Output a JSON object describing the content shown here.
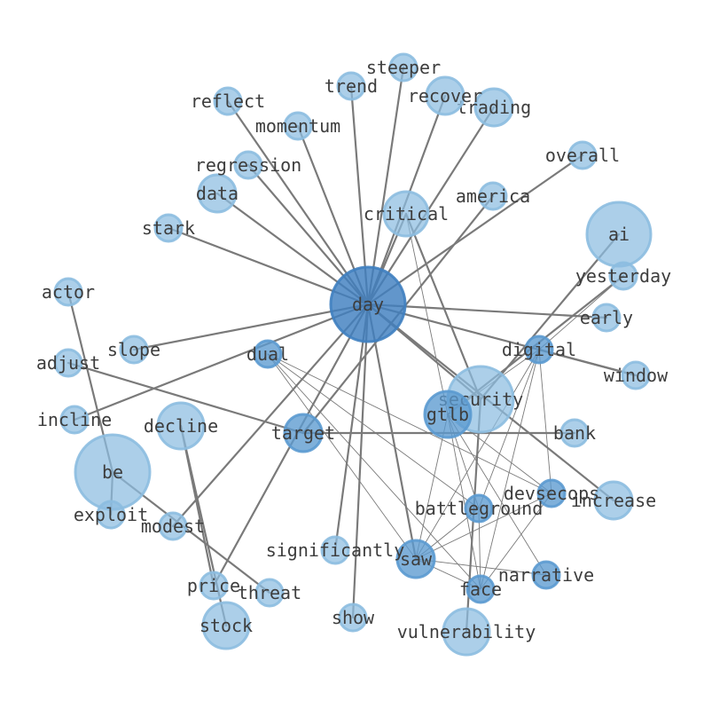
{
  "graph": {
    "colors": {
      "hub": "#3f7fc0",
      "mid": "#5b9ad0",
      "leaf": "#8cbde0",
      "edge": "#7a7a7a",
      "label": "#3d3d3d"
    },
    "nodes": [
      {
        "id": "day",
        "label": "day",
        "tier": "hub"
      },
      {
        "id": "security",
        "label": "security",
        "tier": "leaf"
      },
      {
        "id": "gtlb",
        "label": "gtlb",
        "tier": "mid"
      },
      {
        "id": "be",
        "label": "be",
        "tier": "leaf"
      },
      {
        "id": "ai",
        "label": "ai",
        "tier": "leaf"
      },
      {
        "id": "critical",
        "label": "critical",
        "tier": "leaf"
      },
      {
        "id": "decline",
        "label": "decline",
        "tier": "leaf"
      },
      {
        "id": "stock",
        "label": "stock",
        "tier": "leaf"
      },
      {
        "id": "vulnerability",
        "label": "vulnerability",
        "tier": "leaf"
      },
      {
        "id": "target",
        "label": "target",
        "tier": "mid"
      },
      {
        "id": "saw",
        "label": "saw",
        "tier": "mid"
      },
      {
        "id": "trading",
        "label": "trading",
        "tier": "leaf"
      },
      {
        "id": "recover",
        "label": "recover",
        "tier": "leaf"
      },
      {
        "id": "increase",
        "label": "increase",
        "tier": "leaf"
      },
      {
        "id": "data",
        "label": "data",
        "tier": "leaf"
      },
      {
        "id": "dual",
        "label": "dual",
        "tier": "mid"
      },
      {
        "id": "devsecops",
        "label": "devsecops",
        "tier": "mid"
      },
      {
        "id": "battleground",
        "label": "battleground",
        "tier": "mid"
      },
      {
        "id": "face",
        "label": "face",
        "tier": "mid"
      },
      {
        "id": "digital",
        "label": "digital",
        "tier": "mid"
      },
      {
        "id": "narrative",
        "label": "narrative",
        "tier": "mid"
      },
      {
        "id": "steeper",
        "label": "steeper",
        "tier": "leaf"
      },
      {
        "id": "trend",
        "label": "trend",
        "tier": "leaf"
      },
      {
        "id": "reflect",
        "label": "reflect",
        "tier": "leaf"
      },
      {
        "id": "momentum",
        "label": "momentum",
        "tier": "leaf"
      },
      {
        "id": "regression",
        "label": "regression",
        "tier": "leaf"
      },
      {
        "id": "overall",
        "label": "overall",
        "tier": "leaf"
      },
      {
        "id": "america",
        "label": "america",
        "tier": "leaf"
      },
      {
        "id": "stark",
        "label": "stark",
        "tier": "leaf"
      },
      {
        "id": "yesterday",
        "label": "yesterday",
        "tier": "leaf"
      },
      {
        "id": "actor",
        "label": "actor",
        "tier": "leaf"
      },
      {
        "id": "early",
        "label": "early",
        "tier": "leaf"
      },
      {
        "id": "slope",
        "label": "slope",
        "tier": "leaf"
      },
      {
        "id": "adjust",
        "label": "adjust",
        "tier": "leaf"
      },
      {
        "id": "window",
        "label": "window",
        "tier": "leaf"
      },
      {
        "id": "incline",
        "label": "incline",
        "tier": "leaf"
      },
      {
        "id": "bank",
        "label": "bank",
        "tier": "leaf"
      },
      {
        "id": "exploit",
        "label": "exploit",
        "tier": "leaf"
      },
      {
        "id": "modest",
        "label": "modest",
        "tier": "leaf"
      },
      {
        "id": "significantly",
        "label": "significantly",
        "tier": "leaf"
      },
      {
        "id": "price",
        "label": "price",
        "tier": "leaf"
      },
      {
        "id": "threat",
        "label": "threat",
        "tier": "leaf"
      },
      {
        "id": "show",
        "label": "show",
        "tier": "leaf"
      }
    ],
    "edges": [
      {
        "source": "day",
        "target": "steeper",
        "weight": "strong"
      },
      {
        "source": "day",
        "target": "trend",
        "weight": "strong"
      },
      {
        "source": "day",
        "target": "reflect",
        "weight": "strong"
      },
      {
        "source": "day",
        "target": "momentum",
        "weight": "strong"
      },
      {
        "source": "day",
        "target": "recover",
        "weight": "strong"
      },
      {
        "source": "day",
        "target": "trading",
        "weight": "strong"
      },
      {
        "source": "day",
        "target": "regression",
        "weight": "strong"
      },
      {
        "source": "day",
        "target": "data",
        "weight": "strong"
      },
      {
        "source": "day",
        "target": "overall",
        "weight": "strong"
      },
      {
        "source": "day",
        "target": "stark",
        "weight": "strong"
      },
      {
        "source": "day",
        "target": "early",
        "weight": "strong"
      },
      {
        "source": "day",
        "target": "slope",
        "weight": "strong"
      },
      {
        "source": "day",
        "target": "incline",
        "weight": "strong"
      },
      {
        "source": "day",
        "target": "window",
        "weight": "strong"
      },
      {
        "source": "day",
        "target": "modest",
        "weight": "strong"
      },
      {
        "source": "day",
        "target": "show",
        "weight": "strong"
      },
      {
        "source": "day",
        "target": "significantly",
        "weight": "strong"
      },
      {
        "source": "day",
        "target": "saw",
        "weight": "strong"
      },
      {
        "source": "day",
        "target": "security",
        "weight": "strong"
      },
      {
        "source": "day",
        "target": "increase",
        "weight": "strong"
      },
      {
        "source": "day",
        "target": "price",
        "weight": "strong"
      },
      {
        "source": "day",
        "target": "critical",
        "weight": "strong"
      },
      {
        "source": "critical",
        "target": "security",
        "weight": "strong"
      },
      {
        "source": "america",
        "target": "target",
        "weight": "strong"
      },
      {
        "source": "ai",
        "target": "security",
        "weight": "strong"
      },
      {
        "source": "yesterday",
        "target": "gtlb",
        "weight": "strong"
      },
      {
        "source": "adjust",
        "target": "target",
        "weight": "strong"
      },
      {
        "source": "target",
        "target": "bank",
        "weight": "strong"
      },
      {
        "source": "security",
        "target": "vulnerability",
        "weight": "strong"
      },
      {
        "source": "actor",
        "target": "be",
        "weight": "strong"
      },
      {
        "source": "be",
        "target": "exploit",
        "weight": "strong"
      },
      {
        "source": "be",
        "target": "threat",
        "weight": "strong"
      },
      {
        "source": "decline",
        "target": "stock",
        "weight": "strong"
      },
      {
        "source": "decline",
        "target": "price",
        "weight": "strong"
      },
      {
        "source": "dual",
        "target": "devsecops",
        "weight": "thin"
      },
      {
        "source": "dual",
        "target": "battleground",
        "weight": "thin"
      },
      {
        "source": "dual",
        "target": "face",
        "weight": "thin"
      },
      {
        "source": "dual",
        "target": "saw",
        "weight": "thin"
      },
      {
        "source": "digital",
        "target": "saw",
        "weight": "thin"
      },
      {
        "source": "digital",
        "target": "face",
        "weight": "thin"
      },
      {
        "source": "digital",
        "target": "battleground",
        "weight": "thin"
      },
      {
        "source": "digital",
        "target": "devsecops",
        "weight": "thin"
      },
      {
        "source": "digital",
        "target": "gtlb",
        "weight": "thin"
      },
      {
        "source": "gtlb",
        "target": "narrative",
        "weight": "thin"
      },
      {
        "source": "gtlb",
        "target": "face",
        "weight": "thin"
      },
      {
        "source": "gtlb",
        "target": "saw",
        "weight": "thin"
      },
      {
        "source": "gtlb",
        "target": "devsecops",
        "weight": "thin"
      },
      {
        "source": "gtlb",
        "target": "battleground",
        "weight": "thin"
      },
      {
        "source": "saw",
        "target": "narrative",
        "weight": "thin"
      },
      {
        "source": "saw",
        "target": "battleground",
        "weight": "thin"
      },
      {
        "source": "saw",
        "target": "devsecops",
        "weight": "thin"
      },
      {
        "source": "saw",
        "target": "face",
        "weight": "thin"
      },
      {
        "source": "battleground",
        "target": "face",
        "weight": "thin"
      },
      {
        "source": "devsecops",
        "target": "face",
        "weight": "thin"
      },
      {
        "source": "critical",
        "target": "gtlb",
        "weight": "thin"
      },
      {
        "source": "yesterday",
        "target": "digital",
        "weight": "thin"
      },
      {
        "source": "digital",
        "target": "window",
        "weight": "strong"
      }
    ]
  }
}
